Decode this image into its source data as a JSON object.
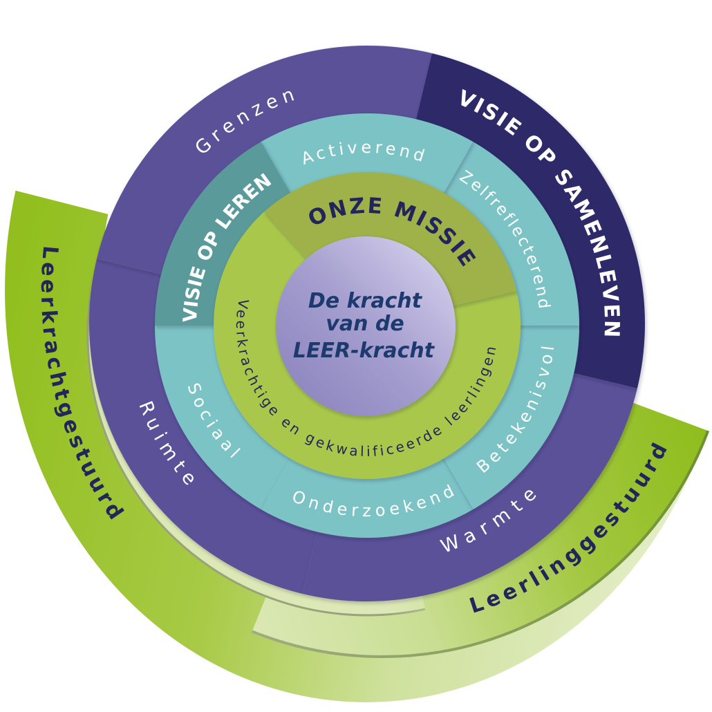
{
  "diagram": {
    "core": {
      "line1": "De kracht",
      "line2": "van de",
      "line3": "LEER-kracht"
    },
    "mission": {
      "title": "ONZE MISSIE",
      "statement": "Veerkrachtige en gekwalificeerde leerlingen"
    },
    "learning_vision": {
      "title": "VISIE OP LEREN",
      "values": [
        "Activerend",
        "Zelfreflecterend",
        "Betekenisvol",
        "Onderzoekend",
        "Sociaal"
      ]
    },
    "living_vision": {
      "title": "VISIE OP SAMENLEVEN",
      "values": [
        "Warmte",
        "Ruimte",
        "Grenzen"
      ]
    },
    "bands": {
      "teacher_led": "Leerkrachtgestuurd",
      "student_led": "Leerlinggestuurd"
    }
  },
  "colors": {
    "purple": "#5a5199",
    "navy": "#2f2c6b",
    "teal_light": "#7bc3c6",
    "teal_dark": "#5a9a9b",
    "olive": "#9fb14a",
    "green_light": "#a9c84b",
    "lavender_light": "#d8d4ee",
    "lavender_dark": "#8880bb",
    "band_green": "#92bf1f",
    "band_pale": "#e3edc6",
    "text_navy": "#22245b",
    "core_text": "#1d3a6e"
  }
}
